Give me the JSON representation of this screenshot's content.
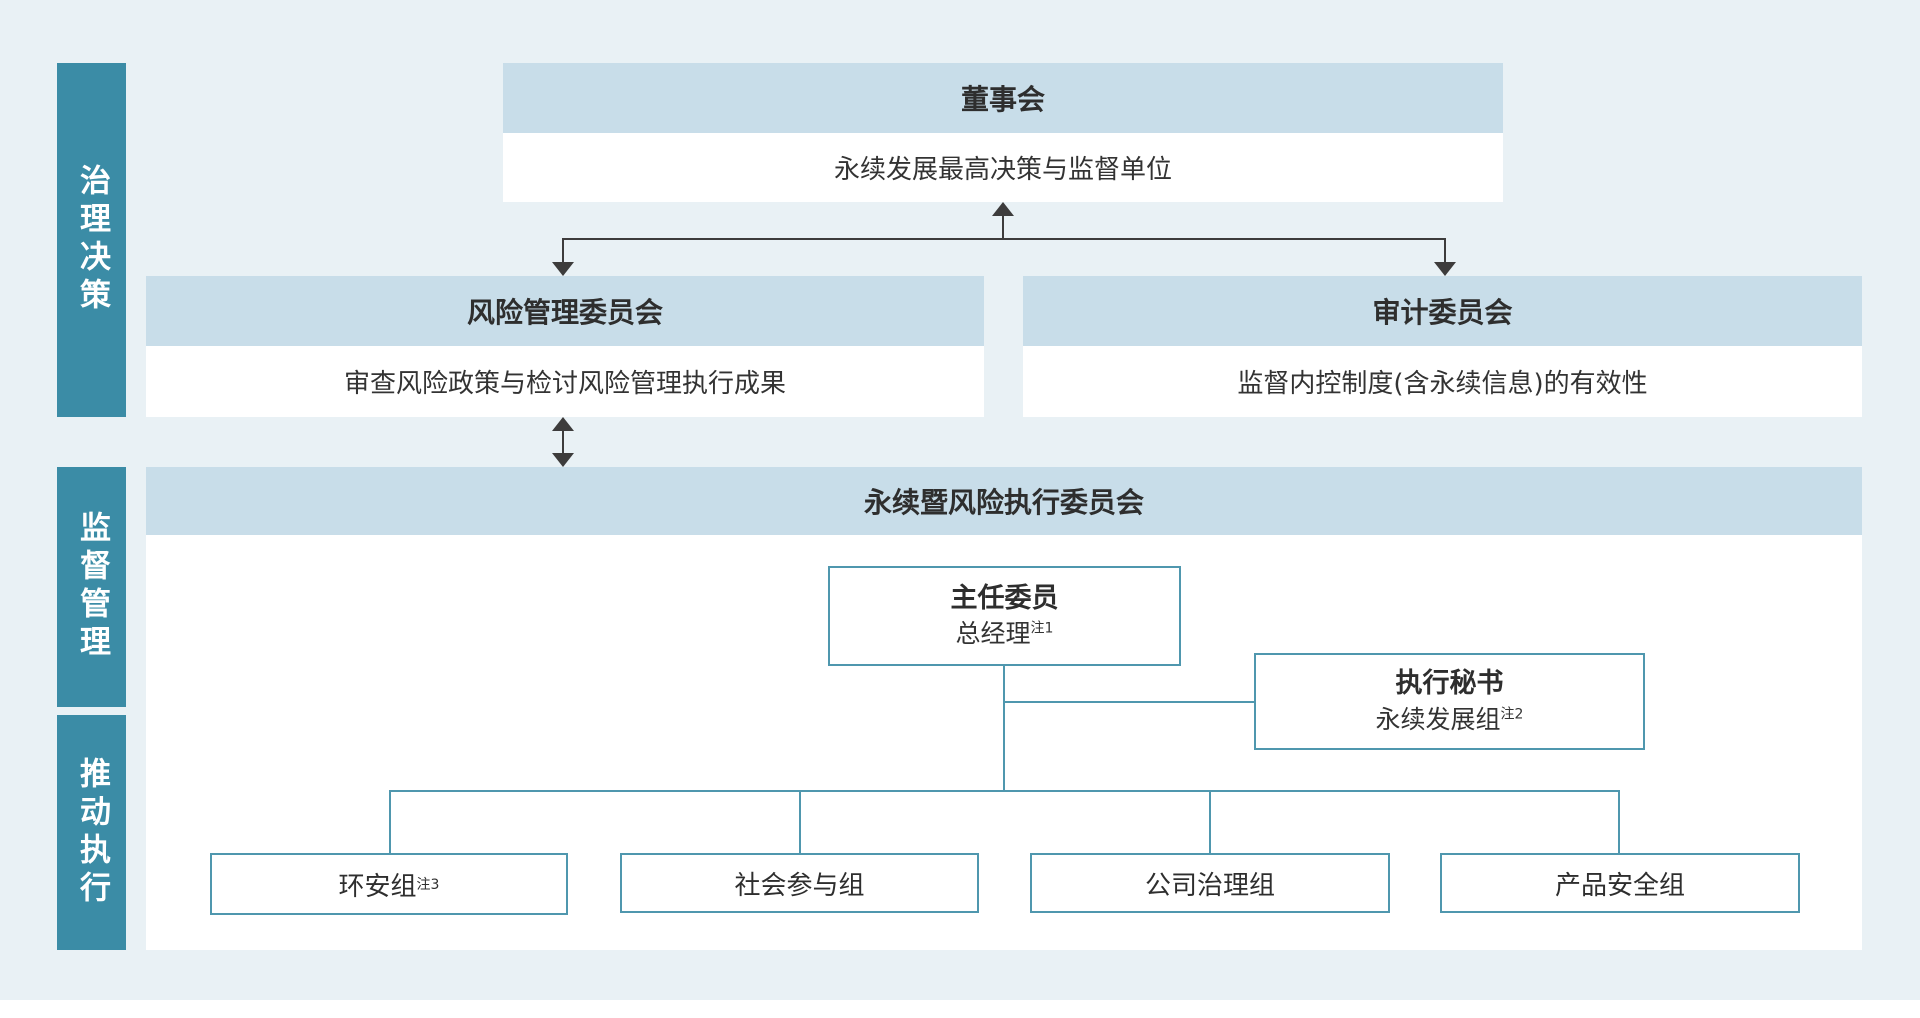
{
  "sidebar": {
    "items": [
      {
        "label": "治理决策"
      },
      {
        "label": "监督管理"
      },
      {
        "label": "推动执行"
      }
    ]
  },
  "board": {
    "title": "董事会",
    "desc": "永续发展最高决策与监督单位"
  },
  "risk_committee": {
    "title": "风险管理委员会",
    "desc": "审查风险政策与检讨风险管理执行成果"
  },
  "audit_committee": {
    "title": "审计委员会",
    "desc": "监督内控制度(含永续信息)的有效性"
  },
  "exec_committee": {
    "title": "永续暨风险执行委员会"
  },
  "chair": {
    "title": "主任委员",
    "subtitle": "总经理",
    "note": "注1"
  },
  "secretary": {
    "title": "执行秘书",
    "subtitle": "永续发展组",
    "note": "注2"
  },
  "groups": [
    {
      "label": "环安组",
      "note": "注3"
    },
    {
      "label": "社会参与组",
      "note": ""
    },
    {
      "label": "公司治理组",
      "note": ""
    },
    {
      "label": "产品安全组",
      "note": ""
    }
  ],
  "colors": {
    "background": "#e9f1f5",
    "header_blue": "#c8dde9",
    "sidebar_teal": "#3b8ca6",
    "border_teal": "#4f97ae",
    "line_dark": "#3d3c3c",
    "text_dark": "#2e2e2e"
  }
}
